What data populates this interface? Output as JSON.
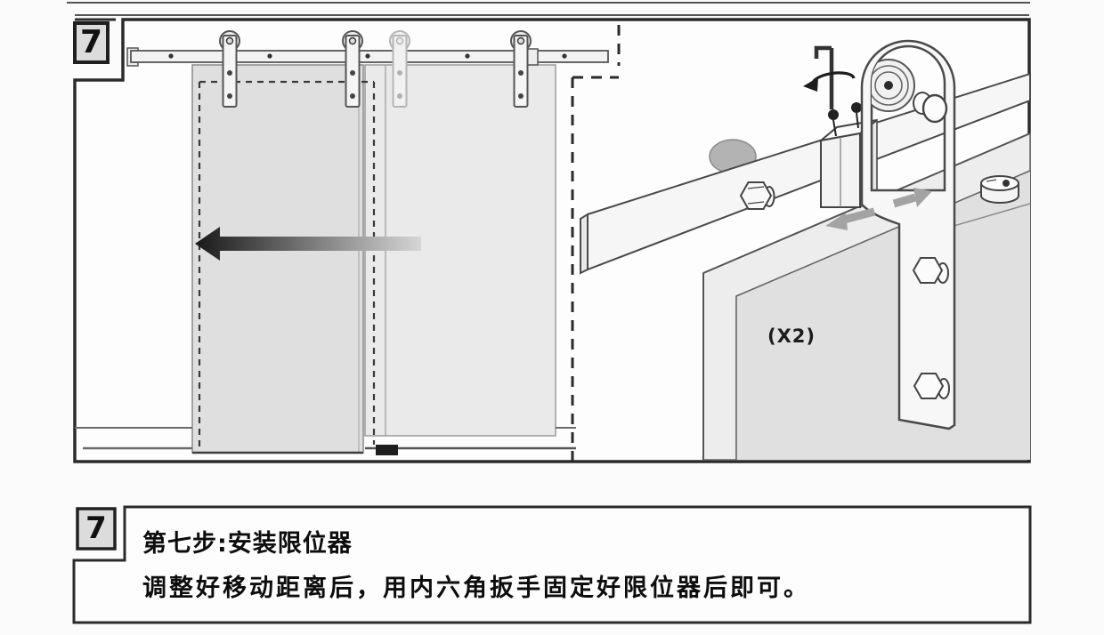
{
  "step_number": "7",
  "diagram": {
    "quantity_label": "(X2)"
  },
  "instruction": {
    "step_number": "7",
    "title": "第七步:安装限位器",
    "body": "调整好移动距离后，用内六角扳手固定好限位器后即可。"
  },
  "colors": {
    "panel_border": "#2b2b2b",
    "line_art": "#4a4a4a",
    "badge_fill": "#dcdcdc",
    "front_door": "#dfdfdf",
    "rear_door": "#eaeaea",
    "slide_arrow_dark": "#191919",
    "slide_arrow_light": "#d6d6d6",
    "adjust_arrow": "#a3a3a3"
  }
}
